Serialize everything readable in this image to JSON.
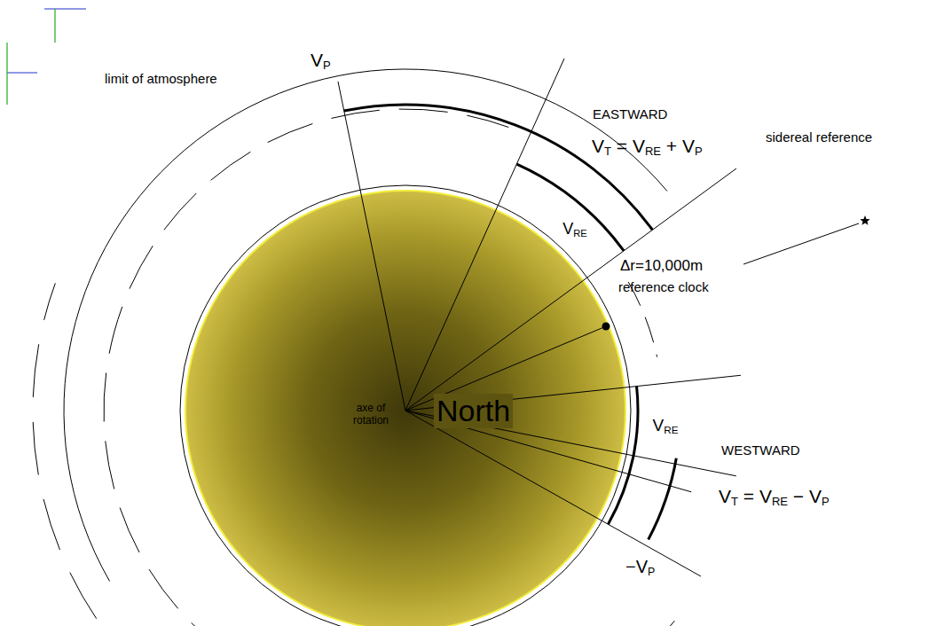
{
  "diagram": {
    "labels": [
      "VP",
      "EASTWARD",
      "VT = VRE + VP",
      "limit of atmosphere",
      "sidereal reference",
      "VRE",
      "Δr=10,000m",
      "reference clock",
      "North",
      "axe of rotation",
      "VRE",
      "WESTWARD",
      "VT = VRE − VP",
      "−VP"
    ]
  }
}
